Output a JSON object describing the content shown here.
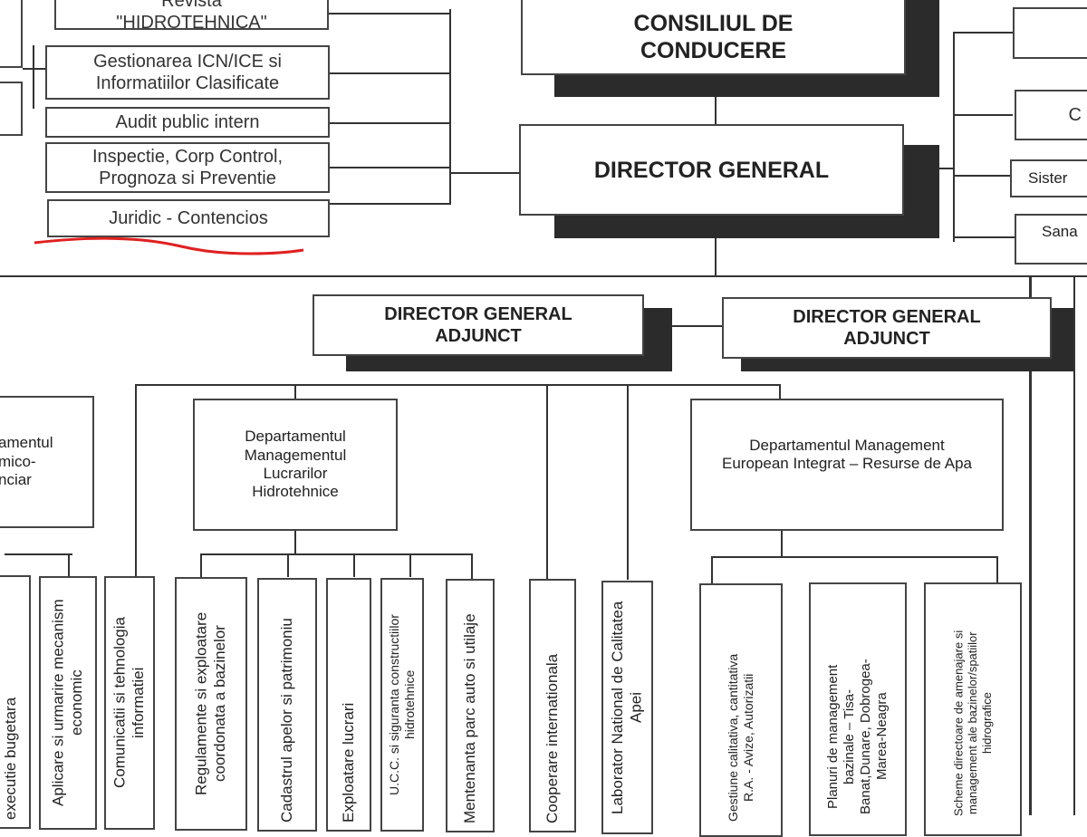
{
  "top_left": {
    "revista": "Revista \"HIDROTEHNICA\"",
    "gestionare": "Gestionarea ICN/ICE si Informatiilor Clasificate",
    "audit": "Audit public intern",
    "inspectie": "Inspectie, Corp Control, Prognoza si Preventie",
    "juridic": "Juridic - Contencios"
  },
  "center": {
    "consiliu": "CONSILIUL DE CONDUCERE",
    "director": "DIRECTOR GENERAL",
    "dga1": "DIRECTOR GENERAL ADJUNCT",
    "dga2": "DIRECTOR GENERAL ADJUNCT"
  },
  "top_right": {
    "c": "C",
    "sistem": "Sister",
    "sana": "Sana"
  },
  "departments": {
    "left_partial": "amentul mico- nciar",
    "lucrari": "Departamentul Managementul Lucrarilor Hidrotehnice",
    "european": "Departamentul Management European Integrat – Resurse de Apa"
  },
  "units": [
    "executie bugetara",
    "Aplicare si urmarire mecanism economic",
    "Comunicatii si tehnologia informatiei",
    "Regulamente si exploatare coordonata a bazinelor",
    "Cadastrul apelor si patrimoniu",
    "Exploatare lucrari",
    "U.C.C. si siguranta constructiilor hidrotehnice",
    "Mentenanta parc auto si utilaje",
    "Cooperare internationala",
    "Laborator National de Calitatea Apei",
    "Gestiune calitativa, cantitativa R.A. - Avize, Autorizatii",
    "Planuri de management bazinale – Tisa-Banat,Dunare, Dobrogea-Marea-Neagra",
    "Scheme directoare de amenajare si management ale bazinelor/spatiilor hidrografice"
  ],
  "annotation_color": "#e02020"
}
